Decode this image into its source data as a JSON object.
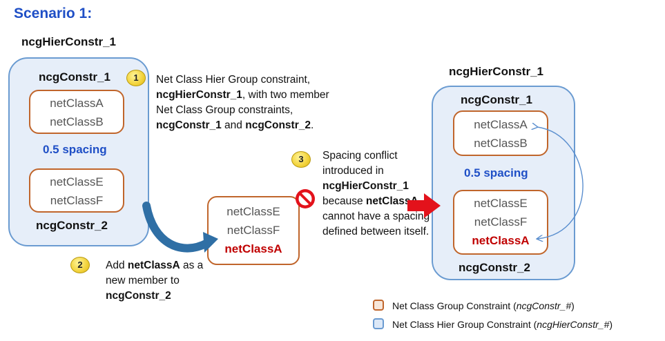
{
  "title": "Scenario 1:",
  "left": {
    "hier_label": "ncgHierConstr_1",
    "group1": {
      "label": "ncgConstr_1",
      "members": [
        "netClassA",
        "netClassB"
      ]
    },
    "spacing": "0.5 spacing",
    "group2": {
      "label": "ncgConstr_2",
      "members": [
        "netClassE",
        "netClassF"
      ]
    }
  },
  "middle": {
    "members": [
      "netClassE",
      "netClassF"
    ],
    "added_member": "netClassA"
  },
  "right": {
    "hier_label": "ncgHierConstr_1",
    "group1": {
      "label": "ncgConstr_1",
      "members": [
        "netClassA",
        "netClassB"
      ]
    },
    "spacing": "0.5 spacing",
    "group2": {
      "label": "ncgConstr_2",
      "members": [
        "netClassE",
        "netClassF"
      ],
      "added_member": "netClassA"
    }
  },
  "notes": {
    "n1": {
      "number": "1",
      "t1": "Net Class Hier Group constraint,",
      "b1": "ncgHierConstr_1",
      "t2": ", with two member Net Class Group constraints, ",
      "b2": "ncgConstr_1",
      "t3": " and ",
      "b3": "ncgConstr_2",
      "t4": "."
    },
    "n2": {
      "number": "2",
      "t1": "Add ",
      "b1": "netClassA",
      "t2": " as a new member to ",
      "b2": "ncgConstr_2"
    },
    "n3": {
      "number": "3",
      "t1": "Spacing conflict introduced in ",
      "b1": "ncgHierConstr_1",
      "t2": " because ",
      "b2": "netClassA",
      "t3": " cannot have a spacing defined between itself."
    }
  },
  "legend": {
    "group": {
      "text": "Net Class Group Constraint (",
      "italic": "ncgConstr_#",
      "close": ")"
    },
    "hier": {
      "text": "Net Class Hier Group Constraint (",
      "italic": "ncgHierConstr_#",
      "close": ")"
    }
  },
  "colors": {
    "group_border": "#c0652b",
    "hier_border": "#6a9bd1",
    "hier_fill": "#e6eef9",
    "accent_blue": "#1f4fc6",
    "conflict_red": "#c00000",
    "arrow_red": "#e3121b",
    "curved_arrow": "#2f6fa5"
  },
  "icons": [
    "no-entry-icon",
    "red-right-arrow-icon",
    "curved-arrow-icon",
    "bidirectional-arc-arrow-icon",
    "number-badge-icon"
  ]
}
